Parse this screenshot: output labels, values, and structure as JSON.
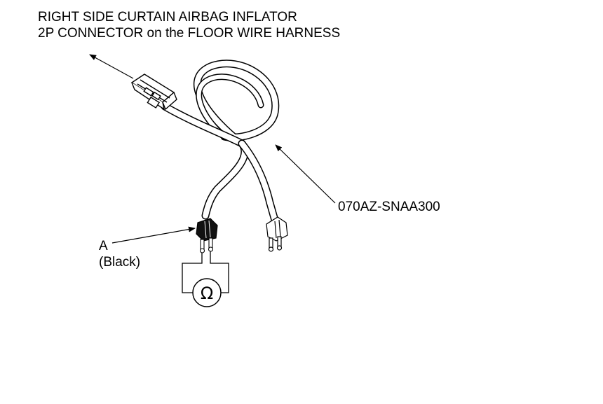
{
  "callouts": {
    "inflator_connector_line1": "RIGHT SIDE CURTAIN AIRBAG INFLATOR",
    "inflator_connector_line2": "2P CONNECTOR on the FLOOR WIRE HARNESS",
    "part_number": "070AZ-SNAA300",
    "connector_a_letter": "A",
    "connector_a_color": "(Black)"
  },
  "ohmmeter": {
    "symbol": "Ω",
    "icon": "ohmmeter-icon"
  },
  "colors": {
    "line": "#000000",
    "background": "#ffffff",
    "connector_black": "#111111"
  }
}
